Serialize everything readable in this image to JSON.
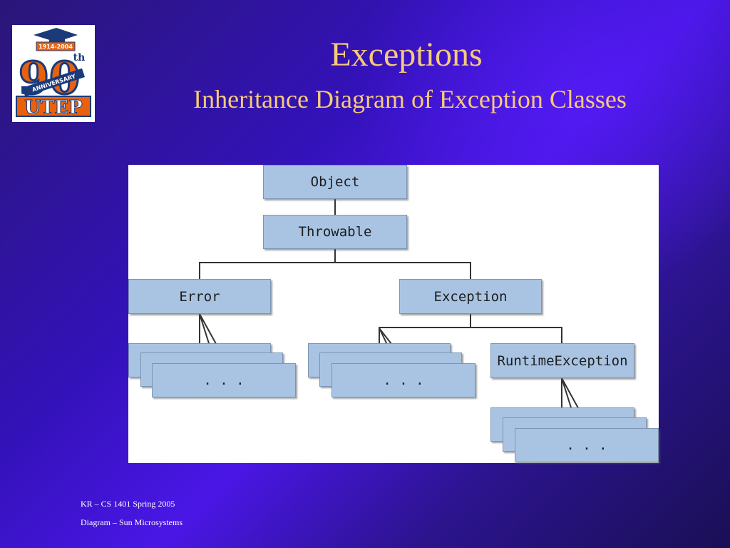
{
  "slide": {
    "title": "Exceptions",
    "subtitle": "Inheritance Diagram of Exception Classes"
  },
  "logo": {
    "years": "1914-2004",
    "number": "90",
    "suffix": "th",
    "word": "ANNIVERSARY",
    "name": "UTEP"
  },
  "diagram": {
    "object": "Object",
    "throwable": "Throwable",
    "error": "Error",
    "exception": "Exception",
    "runtime_exception": "RuntimeException",
    "ellipsis": ". . ."
  },
  "footer": {
    "line1": "KR – CS 1401 Spring 2005",
    "line2": "Diagram – Sun Microsystems"
  },
  "colors": {
    "title": "#f7c97a",
    "box_fill": "#a9c4e3",
    "background": "#3312b8",
    "logo_orange": "#e8620e",
    "logo_blue": "#1b3a7a"
  }
}
